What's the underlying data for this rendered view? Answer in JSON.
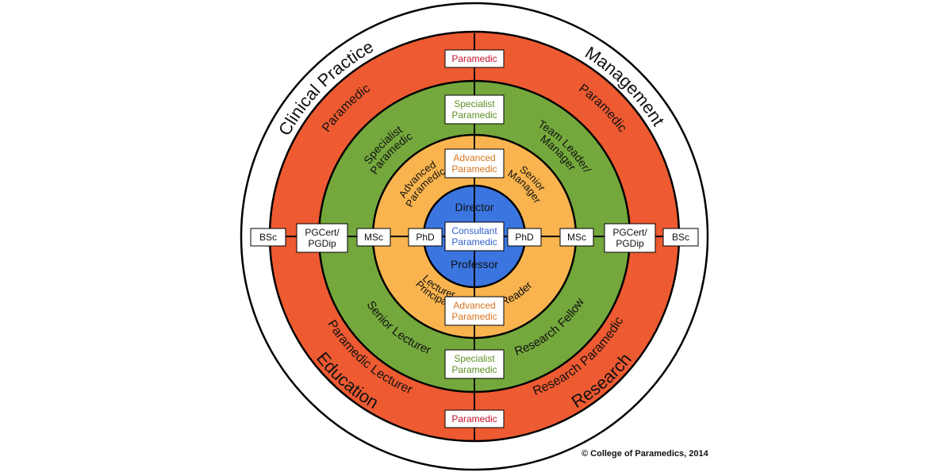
{
  "colors": {
    "outer": "#ffffff",
    "red": "#ee5a31",
    "red_text": "#c8102e",
    "green": "#74a83c",
    "green_text": "#5e8f25",
    "orange": "#f9b44f",
    "orange_text": "#d9731c",
    "blue": "#3b75e0",
    "blue_text": "#2f5fcc",
    "line": "#000000"
  },
  "quadrants": {
    "top_left": "Clinical Practice",
    "top_right": "Management",
    "bottom_left": "Education",
    "bottom_right": "Research"
  },
  "rings": {
    "red": {
      "top_left": "Paramedic",
      "top_right": "Paramedic",
      "bottom_left": "Paramedic Lecturer",
      "bottom_right": "Research Paramedic"
    },
    "green": {
      "top_left": [
        "Specialist",
        "Paramedic"
      ],
      "top_right": [
        "Team Leader/",
        "Manager"
      ],
      "bottom_left": "Senior Lecturer",
      "bottom_right": "Research Fellow"
    },
    "orange": {
      "top_left": [
        "Advanced",
        "Paramedic"
      ],
      "top_right": [
        "Senior",
        "Manager"
      ],
      "bottom_left": [
        "Principal",
        "Lecturer"
      ],
      "bottom_right": "Reader"
    }
  },
  "center": {
    "top": "Director",
    "middle": [
      "Consultant",
      "Paramedic"
    ],
    "bottom": "Professor"
  },
  "vertical_boxes": {
    "red_top": "Paramedic",
    "green_top": [
      "Specialist",
      "Paramedic"
    ],
    "orange_top": [
      "Advanced",
      "Paramedic"
    ],
    "orange_bottom": [
      "Advanced",
      "Paramedic"
    ],
    "green_bottom": [
      "Specialist",
      "Paramedic"
    ],
    "red_bottom": "Paramedic"
  },
  "horizontal_boxes": {
    "bsc_left": "BSc",
    "pgcert_left": [
      "PGCert/",
      "PGDip"
    ],
    "msc_left": "MSc",
    "phd_left": "PhD",
    "phd_right": "PhD",
    "msc_right": "MSc",
    "pgcert_right": [
      "PGCert/",
      "PGDip"
    ],
    "bsc_right": "BSc"
  },
  "copyright": "© College of Paramedics, 2014"
}
